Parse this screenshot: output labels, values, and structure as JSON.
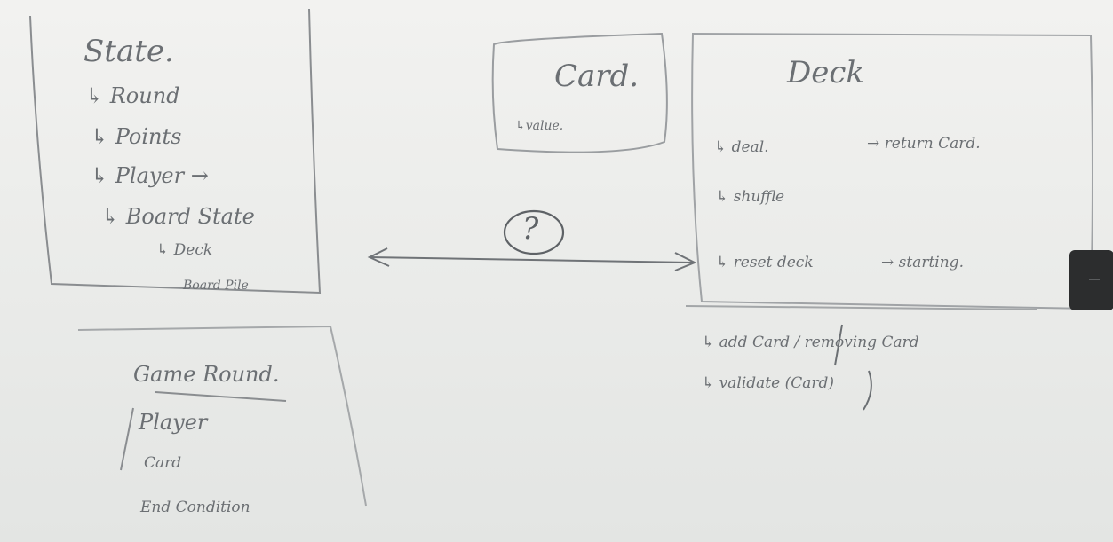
{
  "state_box": {
    "title": "State.",
    "items": [
      "↳ Round",
      "↳ Points",
      "↳ Player →",
      "↳ Board State"
    ],
    "sub_items": [
      "↳ Deck",
      "Board Pile"
    ]
  },
  "card_box": {
    "title": "Card.",
    "items": [
      "↳value."
    ]
  },
  "deck_box": {
    "title": "Deck",
    "items": [
      "↳ deal.",
      "↳ shuffle",
      "↳ reset deck"
    ],
    "deal_note": "→ return Card.",
    "reset_note": "→ starting.",
    "extra_items": [
      "↳ add Card / removing Card",
      "↳ validate (Card)"
    ]
  },
  "relation": {
    "label": "?"
  },
  "game_round_box": {
    "title": "Game Round.",
    "items": [
      "Player",
      "Card",
      "End Condition"
    ]
  }
}
